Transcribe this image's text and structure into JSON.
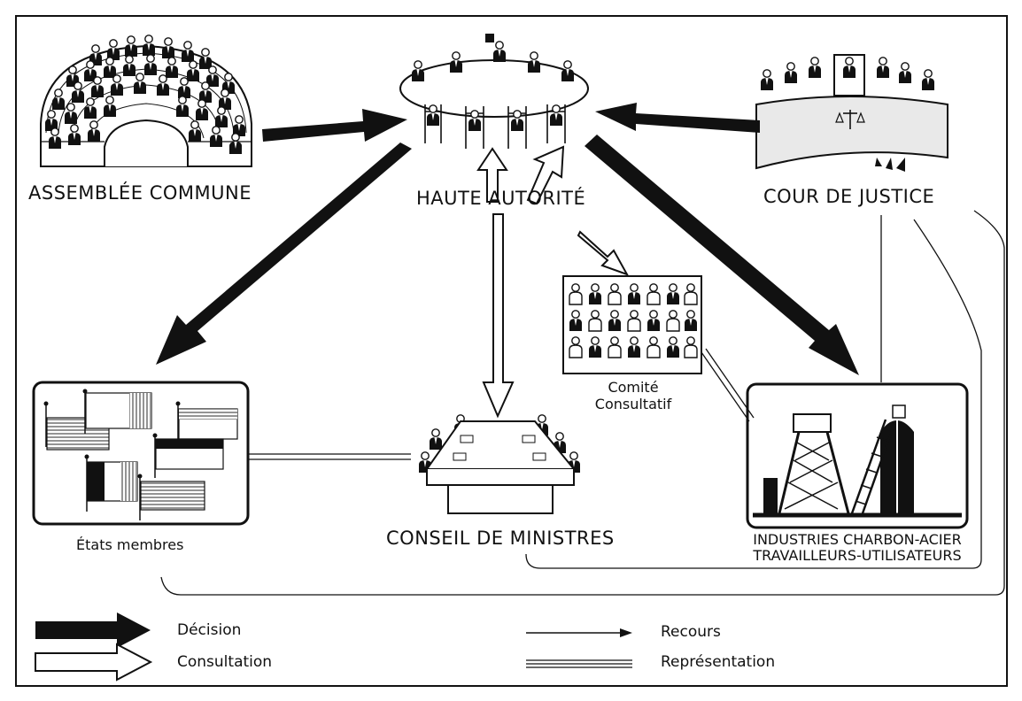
{
  "nodes": {
    "assemblee": {
      "label": "ASSEMBLÉE COMMUNE"
    },
    "haute": {
      "label": "HAUTE AUTORITÉ"
    },
    "cour": {
      "label": "COUR DE JUSTICE"
    },
    "comite": {
      "label_line1": "Comité",
      "label_line2": "Consultatif"
    },
    "etats": {
      "label": "États membres"
    },
    "conseil": {
      "label": "CONSEIL DE MINISTRES"
    },
    "industries": {
      "label_line1": "INDUSTRIES CHARBON-ACIER",
      "label_line2": "TRAVAILLEURS-UTILISATEURS"
    }
  },
  "legend": {
    "decision": "Décision",
    "consultation": "Consultation",
    "recours": "Recours",
    "representation": "Représentation"
  },
  "colors": {
    "ink": "#111111",
    "paper": "#ffffff",
    "shade": "#e9e9e9"
  }
}
